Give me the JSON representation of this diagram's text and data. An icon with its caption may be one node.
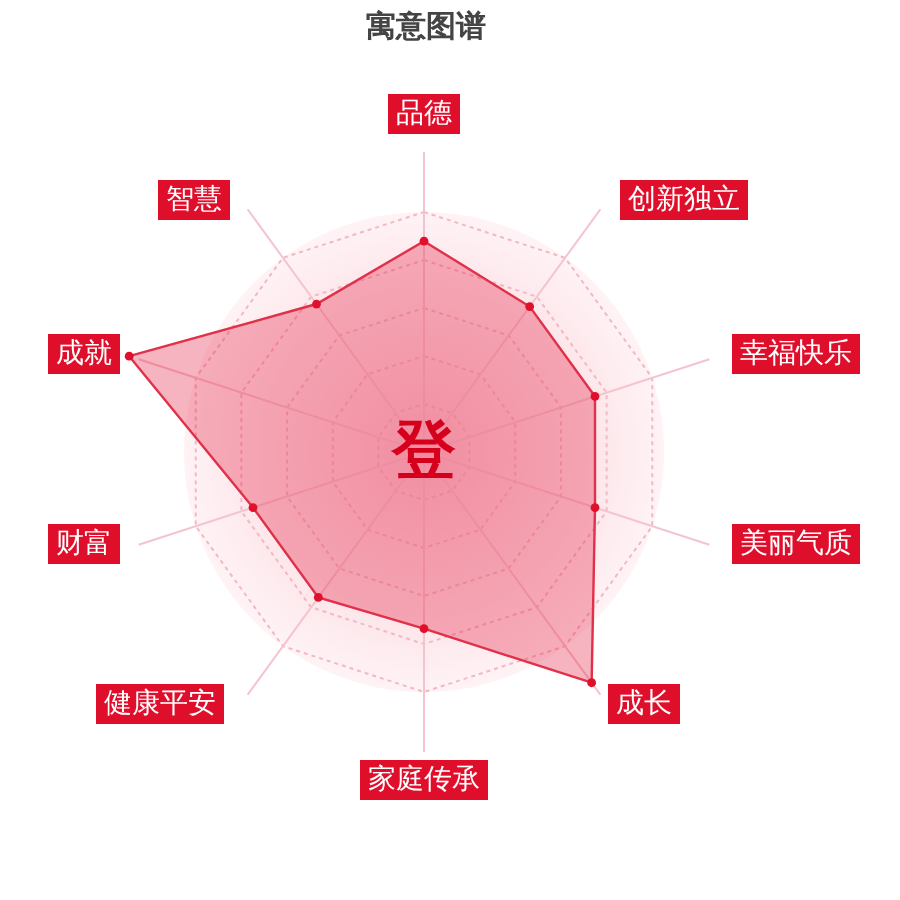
{
  "diagram": {
    "title": "寓意图谱",
    "nodes": [
      {
        "text": [
          "品德"
        ]
      },
      {
        "text": [
          "创新独立"
        ]
      },
      {
        "text": [
          "幸福快乐"
        ]
      },
      {
        "text": [
          "美丽气质"
        ]
      },
      {
        "text": [
          "成长"
        ]
      },
      {
        "text": [
          "家庭传承"
        ]
      },
      {
        "text": [
          "健康平安"
        ]
      },
      {
        "text": [
          "财富"
        ]
      },
      {
        "text": [
          "成就"
        ]
      },
      {
        "text": [
          "智慧"
        ]
      }
    ],
    "labels": [
      "登"
    ]
  }
}
